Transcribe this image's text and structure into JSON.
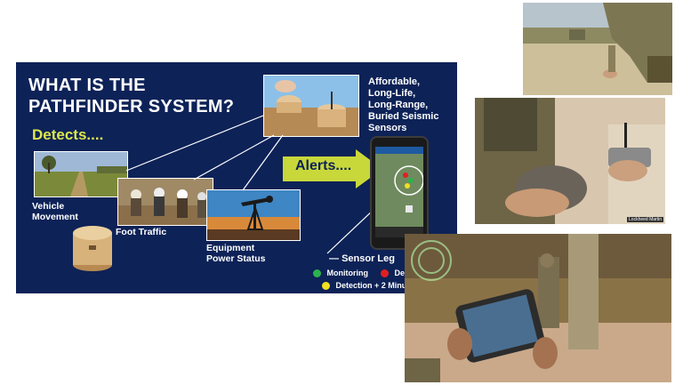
{
  "slide": {
    "title": "WHAT IS THE\nPATHFINDER SYSTEM?",
    "detects_label": "Detects....",
    "alerts_label": "Alerts....",
    "description": "Affordable,\nLong-Life,\nLong-Range,\nBuried Seismic\nSensors",
    "detections": [
      {
        "label": "Vehicle\nMovement"
      },
      {
        "label": "Foot Traffic"
      },
      {
        "label": "Equipment\nPower Status"
      }
    ],
    "sensor_legend": {
      "title": "Sensor Leg",
      "items": [
        {
          "label": "Monitoring",
          "color": "#2bb24c"
        },
        {
          "label": "De",
          "color": "#e02020"
        },
        {
          "label": "Detection + 2 Minu",
          "color": "#f0e020"
        }
      ]
    }
  },
  "photos": {
    "desert_photo_credit": "Lockheed Martin"
  },
  "colors": {
    "slide_background": "#0d2257",
    "accent_yellow_green": "#dde64a",
    "arrow_fill": "#c8d83a"
  }
}
